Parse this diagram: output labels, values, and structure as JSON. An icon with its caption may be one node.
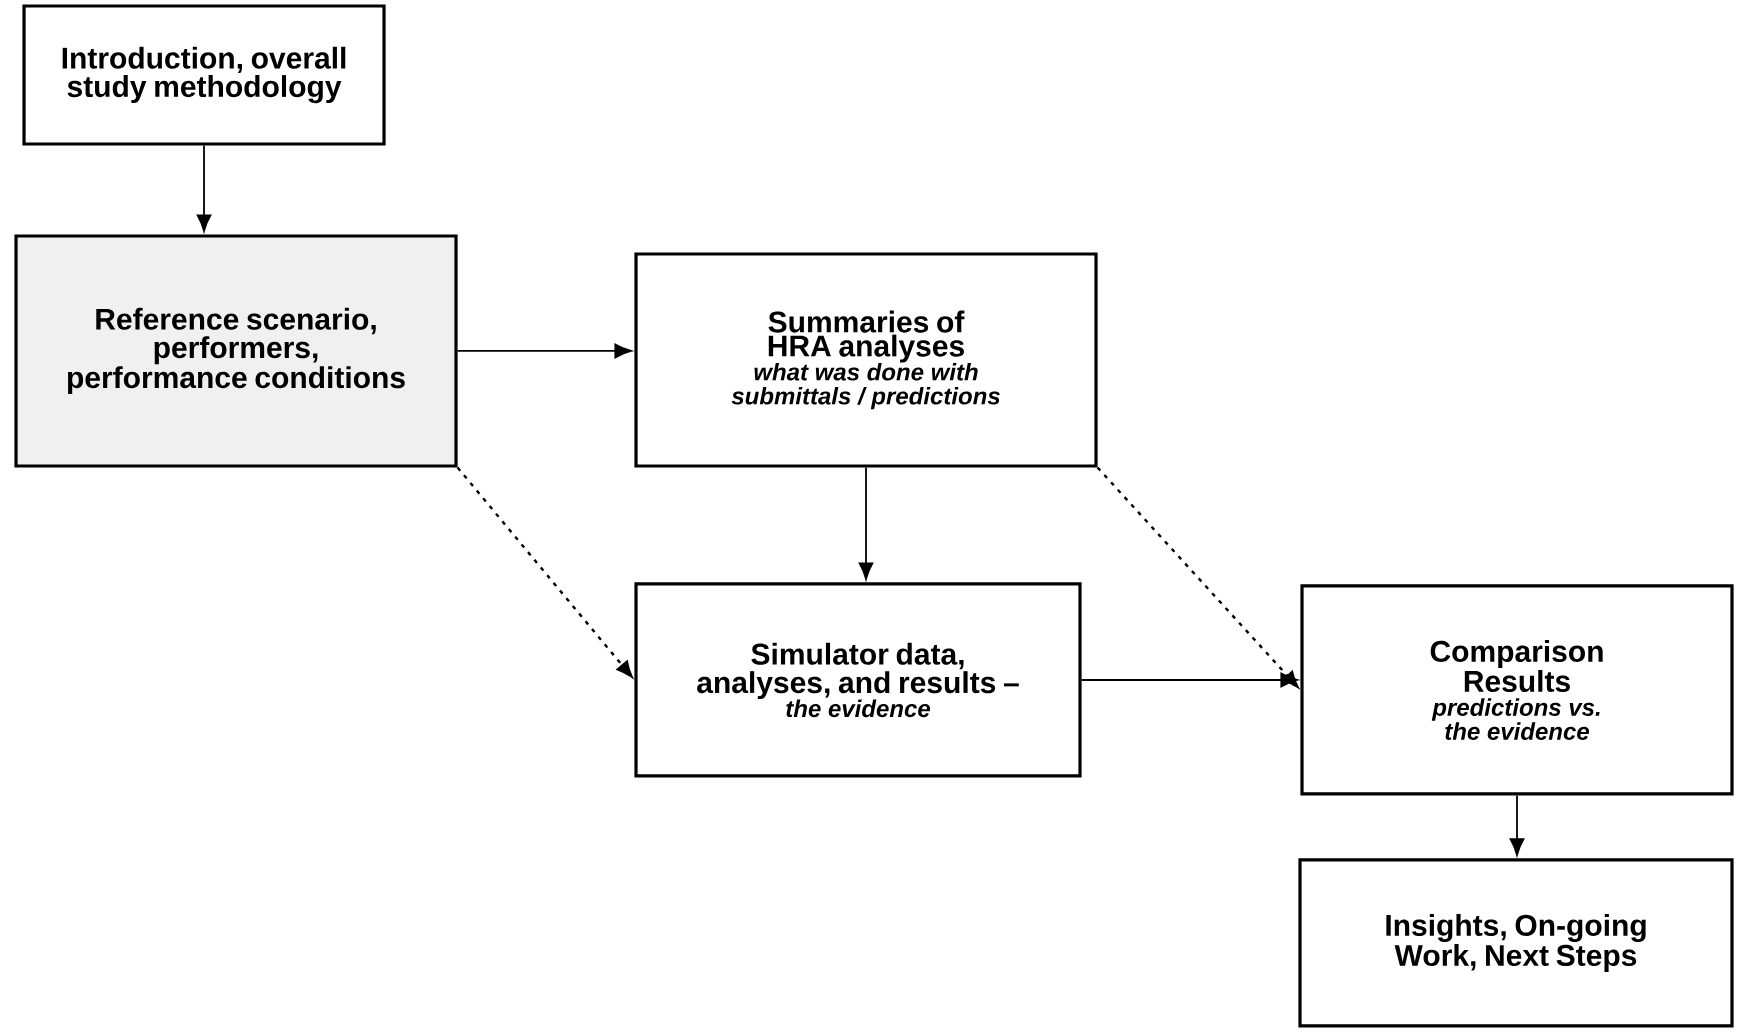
{
  "diagram": {
    "nodes": [
      {
        "text": [
          "Introduction, overall study methodology"
        ]
      },
      {
        "text": [
          "Reference scenario, performers, performance conditions"
        ]
      },
      {
        "text": [
          "Summaries of HRA analyses",
          "what was done with submittals / predictions"
        ]
      },
      {
        "text": [
          "Simulator data, analyses, and results –",
          "the evidence"
        ]
      },
      {
        "text": [
          "Comparison Results",
          "predictions vs. the evidence"
        ]
      },
      {
        "text": [
          "Insights, On-going Work, Next Steps"
        ]
      }
    ],
    "edges": [
      {
        "from": 0,
        "to": 1,
        "arrow": "to"
      },
      {
        "from": 1,
        "to": 2,
        "arrow": "to"
      },
      {
        "from": 2,
        "to": 3,
        "arrow": "to"
      },
      {
        "from": 1,
        "to": 3,
        "arrow": "to",
        "style": "dashed"
      },
      {
        "from": 2,
        "to": 4,
        "arrow": "to",
        "style": "dashed"
      },
      {
        "from": 3,
        "to": 4,
        "arrow": "to"
      },
      {
        "from": 4,
        "to": 5,
        "arrow": "to"
      }
    ]
  }
}
